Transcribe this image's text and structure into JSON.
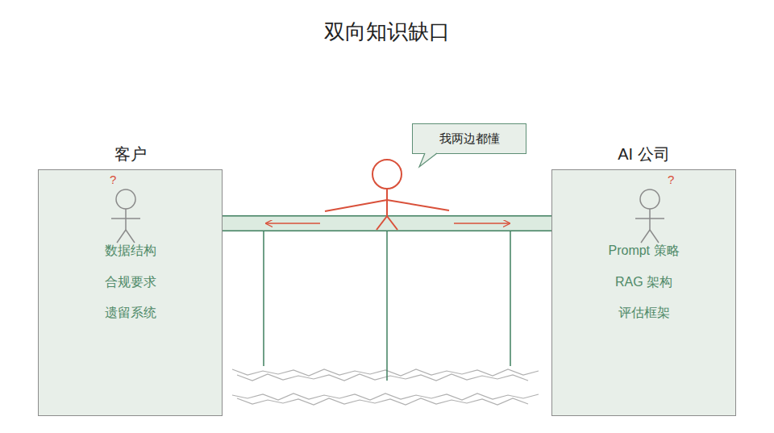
{
  "diagram": {
    "title": "双向知识缺口",
    "nodes": [
      {
        "text": [
          "客户",
          "数据结构",
          "合规要求",
          "遗留系统"
        ]
      },
      {
        "text": [
          "我两边都懂"
        ]
      },
      {
        "text": [
          "AI 公司",
          "Prompt 策略",
          "RAG 架构",
          "评估框架"
        ]
      }
    ],
    "edges": [
      {
        "from": 0,
        "to": 2,
        "arrow": "both"
      }
    ],
    "labels": [
      "?",
      "?"
    ]
  }
}
